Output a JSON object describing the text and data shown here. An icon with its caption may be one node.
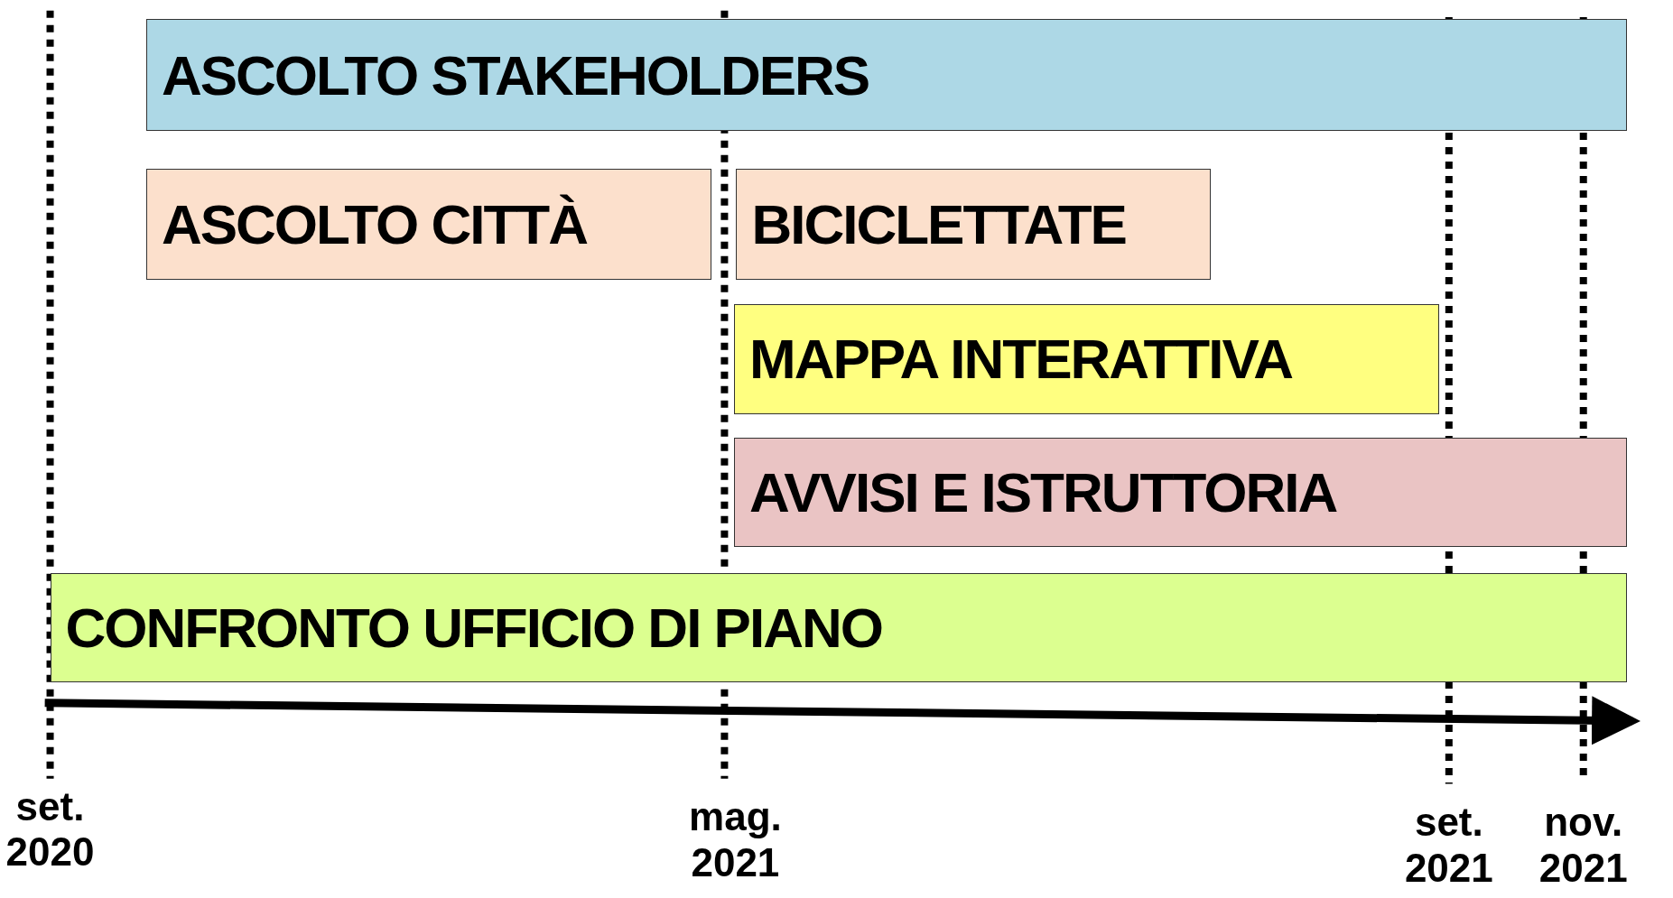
{
  "diagram": {
    "nodes": [
      {
        "text": [
          "ASCOLTO STAKEHOLDERS"
        ]
      },
      {
        "text": [
          "ASCOLTO CITTÀ"
        ]
      },
      {
        "text": [
          "BICICLETTATE"
        ]
      },
      {
        "text": [
          "MAPPA INTERATTIVA"
        ]
      },
      {
        "text": [
          "AVVISI E ISTRUTTORIA"
        ]
      },
      {
        "text": [
          "CONFRONTO UFFICIO DI PIANO"
        ]
      }
    ],
    "labels": [
      "set. 2020",
      "mag. 2021",
      "set. 2021",
      "nov. 2021"
    ]
  }
}
